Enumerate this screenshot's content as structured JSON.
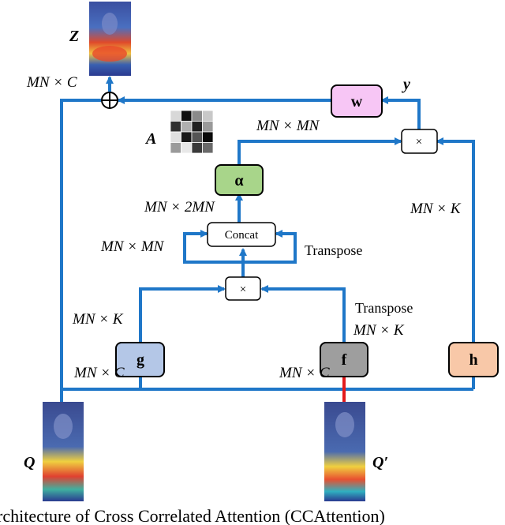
{
  "labels": {
    "z": "Z",
    "y": "y",
    "a": "A",
    "q": "Q",
    "q_prime": "Q′",
    "dim_mn_c_top": "MN × C",
    "dim_mn_mn_top": "MN × MN",
    "dim_mn_2mn": "MN × 2MN",
    "dim_mn_mn_left": "MN × MN",
    "dim_mn_k_right": "MN × K",
    "dim_mn_k_left": "MN × K",
    "dim_mn_k_mid": "MN × K",
    "dim_mn_c_bottom_left": "MN × C",
    "dim_mn_c_bottom_mid": "MN × C",
    "transpose_concat": "Transpose",
    "transpose_f": "Transpose"
  },
  "nodes": {
    "w": "w",
    "alpha": "α",
    "g": "g",
    "f": "f",
    "h": "h",
    "concat": "Concat",
    "mult_top": "×",
    "mult_mid": "×",
    "plus": "⊕"
  },
  "caption": "rchitecture of Cross Correlated Attention (CCAttention)",
  "colors": {
    "arrow_blue": "#1f77c8",
    "arrow_red": "#e31a1c",
    "w_fill": "#f7c6f5",
    "alpha_fill": "#a8d58a",
    "g_fill": "#b4c7e7",
    "f_fill": "#9e9e9e",
    "h_fill": "#f8c8a8"
  }
}
